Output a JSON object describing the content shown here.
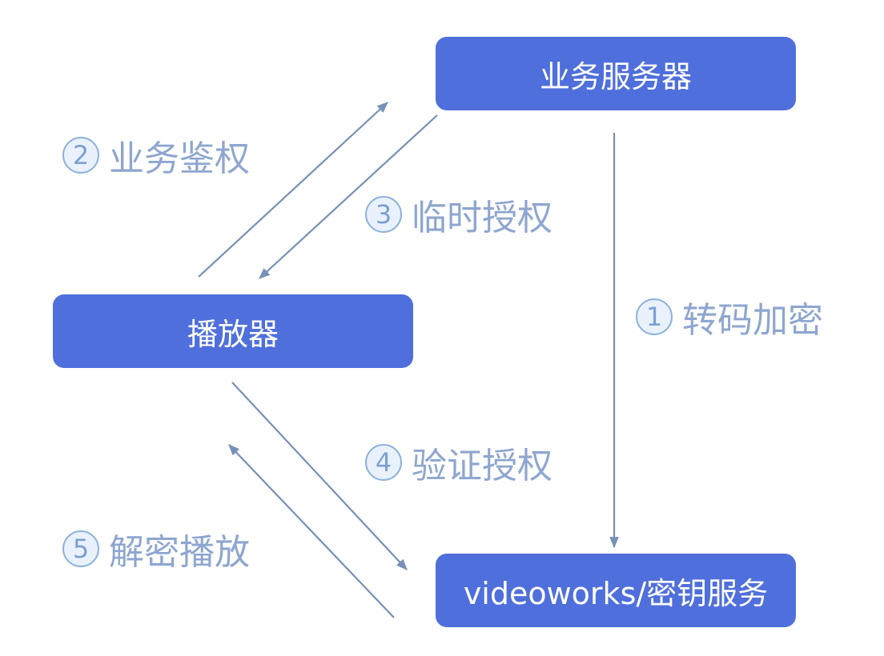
{
  "nodes": {
    "server": "业务服务器",
    "player": "播放器",
    "key_service": "videoworks/密钥服务"
  },
  "steps": [
    {
      "num": "1",
      "label": "转码加密"
    },
    {
      "num": "2",
      "label": "业务鉴权"
    },
    {
      "num": "3",
      "label": "临时授权"
    },
    {
      "num": "4",
      "label": "验证授权"
    },
    {
      "num": "5",
      "label": "解密播放"
    }
  ],
  "colors": {
    "node_fill": "#4f6fdc",
    "node_text": "#ffffff",
    "arrow": "#7690b8",
    "step_text": "#8ea6d0"
  }
}
